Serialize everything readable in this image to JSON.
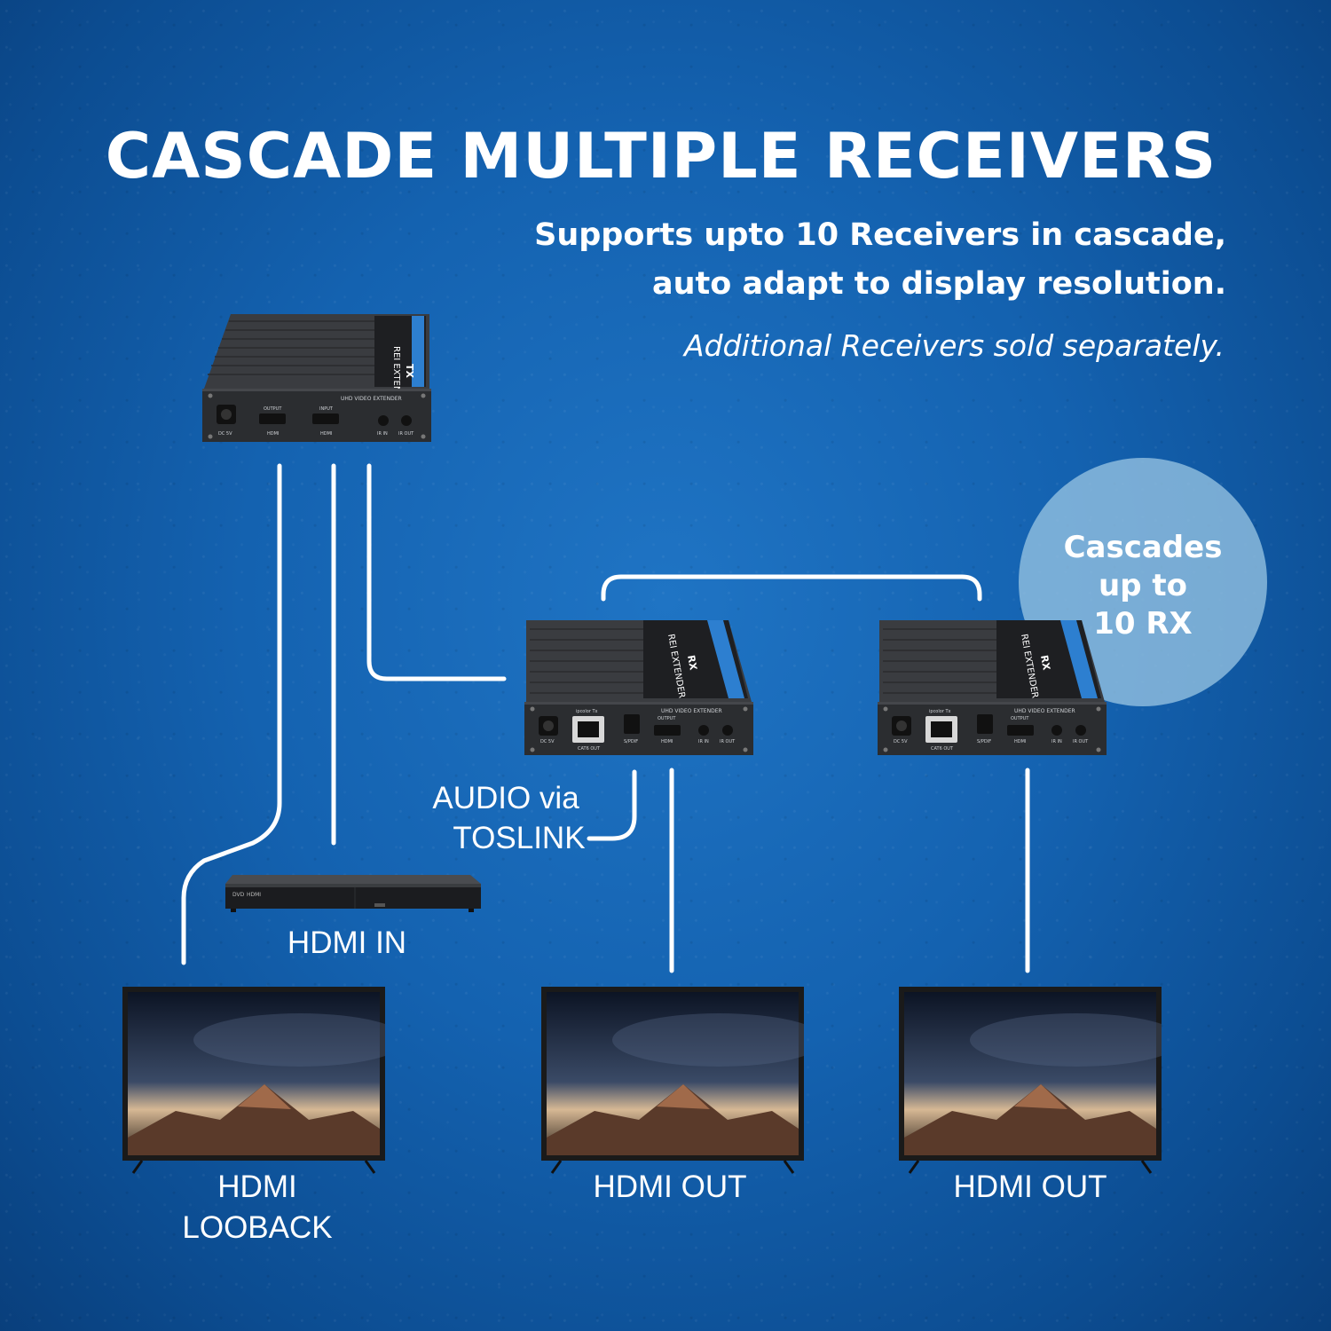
{
  "header": {
    "title": "CASCADE MULTIPLE RECEIVERS",
    "subtitle_line1": "Supports upto 10 Receivers in cascade,",
    "subtitle_line2": "auto adapt to display resolution.",
    "note": "Additional Receivers sold separately."
  },
  "badge": {
    "line1": "Cascades",
    "line2": "up to",
    "line3": "10 RX"
  },
  "labels": {
    "hdmi_in": "HDMI IN",
    "audio_line1": "AUDIO via",
    "audio_line2": "TOSLINK",
    "loopback_line1": "HDMI",
    "loopback_line2": "LOOBACK",
    "hdmi_out_1": "HDMI OUT",
    "hdmi_out_2": "HDMI OUT"
  },
  "transmitter": {
    "brand": "REI EXTENDER",
    "model": "TX",
    "panel_label": "UHD VIDEO EXTENDER",
    "ports": [
      "DC 5V",
      "OUTPUT",
      "HDMI",
      "INPUT",
      "HDMI",
      "IR IN",
      "IR OUT"
    ]
  },
  "receiver": {
    "brand": "REI EXTENDER",
    "model": "RX",
    "panel_label": "UHD VIDEO EXTENDER",
    "ports": [
      "DC 5V",
      "ipcolor Tx",
      "CAT6 OUT",
      "S/PDIF",
      "OUTPUT",
      "HDMI",
      "IR IN",
      "IR OUT"
    ]
  },
  "dvd_player": {
    "logo": "DVD",
    "badge": "HDMI"
  },
  "colors": {
    "background": "#1462b0",
    "wire": "#ffffff",
    "device_body": "#2b2d30",
    "badge_circle": "#96c3e1"
  }
}
